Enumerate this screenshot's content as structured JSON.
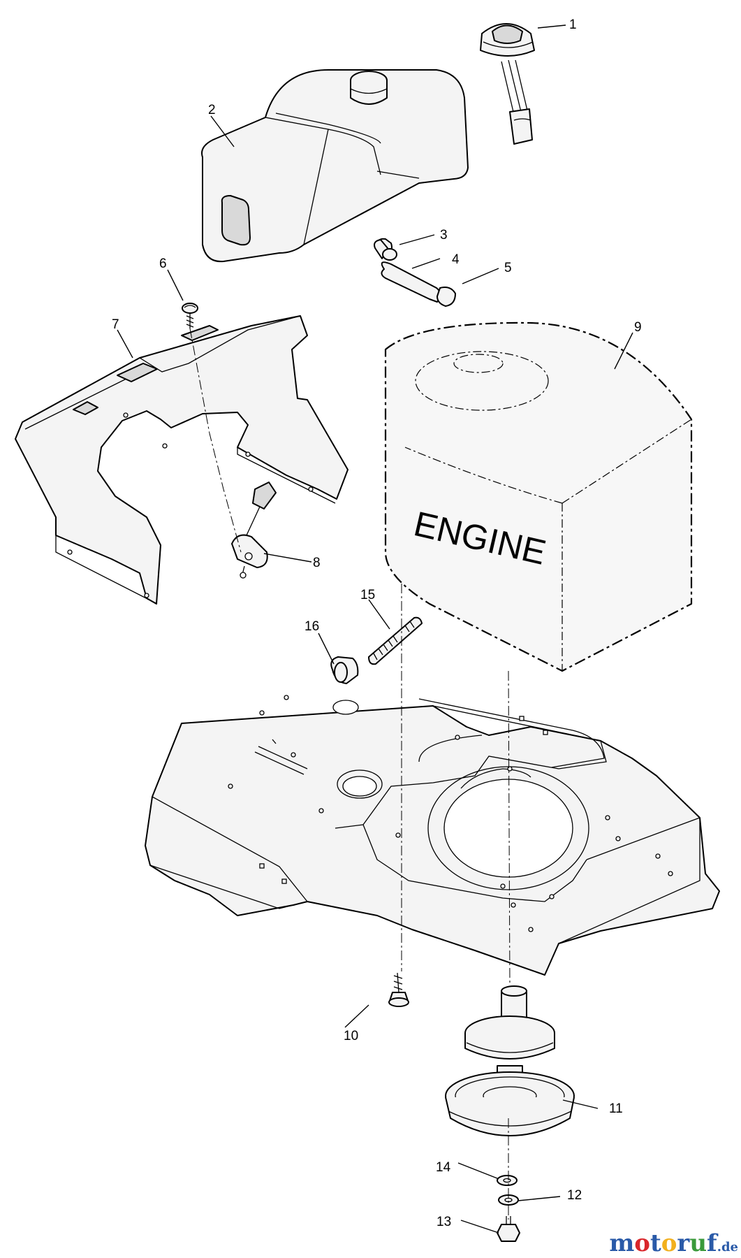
{
  "diagram": {
    "callouts": [
      {
        "id": "1",
        "label": "1"
      },
      {
        "id": "2",
        "label": "2"
      },
      {
        "id": "3",
        "label": "3"
      },
      {
        "id": "4",
        "label": "4"
      },
      {
        "id": "5",
        "label": "5"
      },
      {
        "id": "6",
        "label": "6"
      },
      {
        "id": "7",
        "label": "7"
      },
      {
        "id": "8",
        "label": "8"
      },
      {
        "id": "9",
        "label": "9"
      },
      {
        "id": "10",
        "label": "10"
      },
      {
        "id": "11",
        "label": "11"
      },
      {
        "id": "12",
        "label": "12"
      },
      {
        "id": "13",
        "label": "13"
      },
      {
        "id": "14",
        "label": "14"
      },
      {
        "id": "15",
        "label": "15"
      },
      {
        "id": "16",
        "label": "16"
      }
    ],
    "engine_label": "ENGINE"
  },
  "watermark": {
    "text_main": "motoruf",
    "text_suffix": ".de",
    "colors": {
      "m": "#2a5aa8",
      "o1": "#d9262b",
      "t": "#2a5aa8",
      "o2": "#f2b01e",
      "r": "#2a5aa8",
      "u": "#3a9a3a",
      "f": "#2a5aa8"
    }
  }
}
